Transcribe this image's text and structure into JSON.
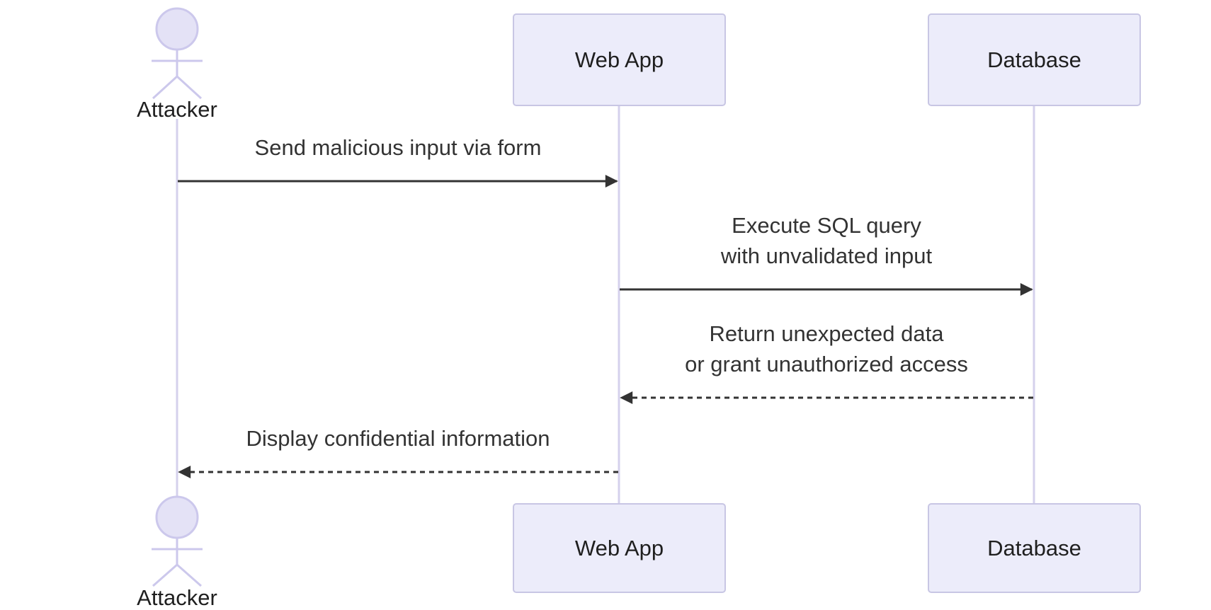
{
  "diagram": {
    "kind": "sequence-diagram",
    "topic": "SQL injection attack flow",
    "participants": [
      {
        "name": "Attacker",
        "type": "actor"
      },
      {
        "name": "Web App",
        "type": "participant"
      },
      {
        "name": "Database",
        "type": "participant"
      }
    ],
    "messages": [
      {
        "from": "Attacker",
        "to": "Web App",
        "style": "solid",
        "direction": "right",
        "text": "Send malicious input via form"
      },
      {
        "from": "Web App",
        "to": "Database",
        "style": "solid",
        "direction": "right",
        "text": "Execute SQL query\nwith unvalidated input"
      },
      {
        "from": "Database",
        "to": "Web App",
        "style": "dashed",
        "direction": "left",
        "text": "Return unexpected data\nor grant unauthorized access"
      },
      {
        "from": "Web App",
        "to": "Attacker",
        "style": "dashed",
        "direction": "left",
        "text": "Display confidential information"
      }
    ],
    "colors": {
      "participant_fill": "#ECECFA",
      "participant_border": "#C8C6E4",
      "actor_fill": "#E4E2F6",
      "actor_stroke": "#CCC8EC",
      "lifeline": "#D5D1EC",
      "signal": "#333333",
      "message_text": "#333333",
      "label_text": "#1F1F1F"
    }
  }
}
